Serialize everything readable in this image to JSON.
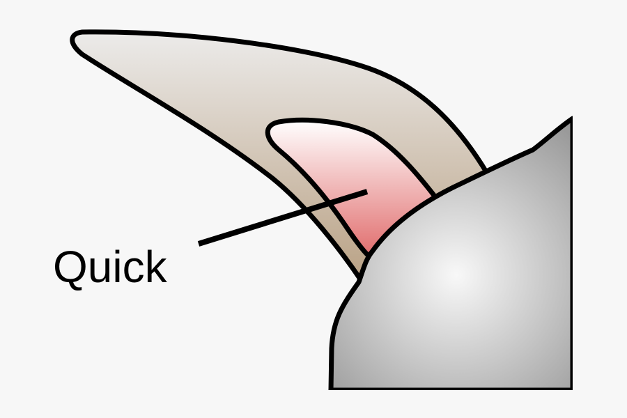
{
  "diagram": {
    "subject": "claw-anatomy",
    "labels": [
      {
        "id": "quick",
        "text": "Quick"
      }
    ],
    "parts": {
      "claw": {
        "fill_top": "#ecebea",
        "fill_bottom": "#b9a184",
        "stroke": "#000000"
      },
      "quick": {
        "fill_top": "#ffffff",
        "fill_bottom": "#e06a6a",
        "stroke": "#000000"
      },
      "toe": {
        "fill_center": "#f8f8f8",
        "fill_edge": "#9a9a9a",
        "stroke": "#000000"
      }
    },
    "background": "#f7f7f7"
  }
}
